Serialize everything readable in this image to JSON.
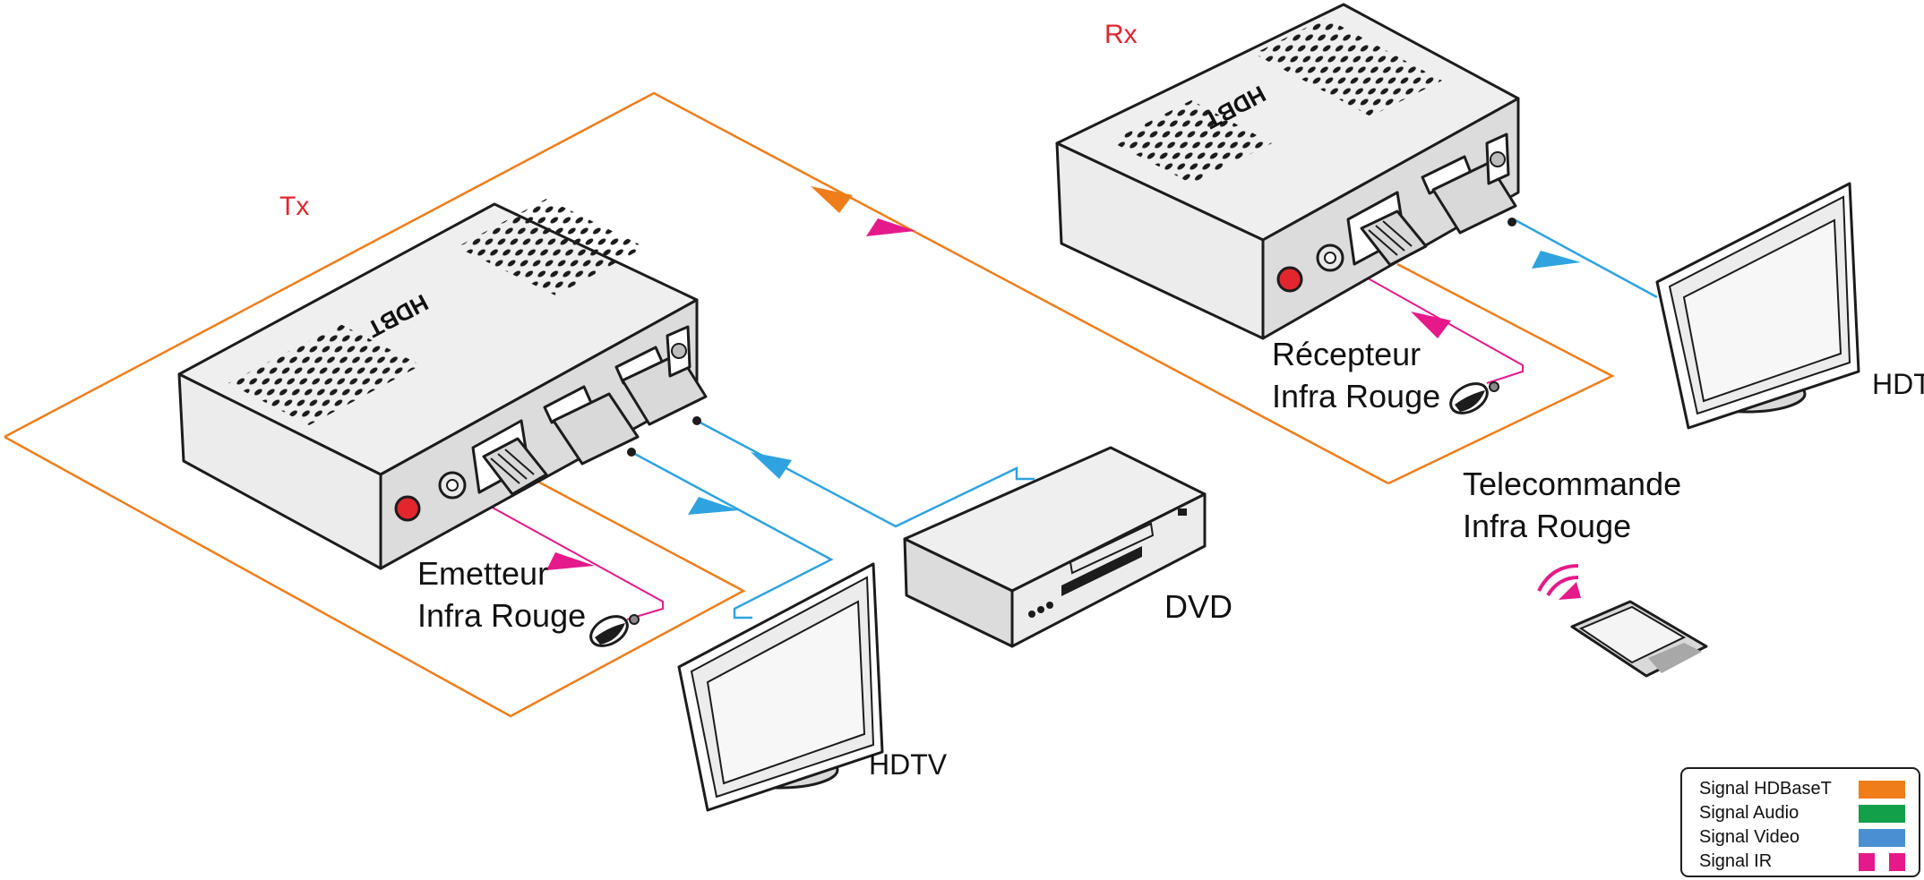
{
  "labels": {
    "tx": "Tx",
    "rx": "Rx",
    "emitter_line1": "Emetteur",
    "emitter_line2": "Infra Rouge",
    "receiver_line1": "Récepteur",
    "receiver_line2": "Infra Rouge",
    "remote_line1": "Telecommande",
    "remote_line2": "Infra Rouge",
    "hdtv_left": "HDTV",
    "hdtv_right": "HDTV",
    "dvd": "DVD",
    "logo_text": "HDBT"
  },
  "legend": {
    "items": [
      {
        "label": "Signal HDBaseT",
        "color": "#ef7d1a",
        "style": "solid"
      },
      {
        "label": "Signal Audio",
        "color": "#12a04b",
        "style": "solid"
      },
      {
        "label": "Signal Video",
        "color": "#4a8fd1",
        "style": "solid"
      },
      {
        "label": "Signal IR",
        "color": "#e5198a",
        "style": "dashed"
      }
    ]
  },
  "colors": {
    "hdbaset": "#ef7d1a",
    "video": "#2ea3df",
    "ir": "#e5198a",
    "power_led": "#e3262e",
    "label_red": "#e3262e"
  },
  "icons": [
    "power-led-icon",
    "ir-jack-icon",
    "rj45-port-icon",
    "hdmi-port-icon",
    "ir-wave-icon",
    "hdbt-logo-icon"
  ]
}
